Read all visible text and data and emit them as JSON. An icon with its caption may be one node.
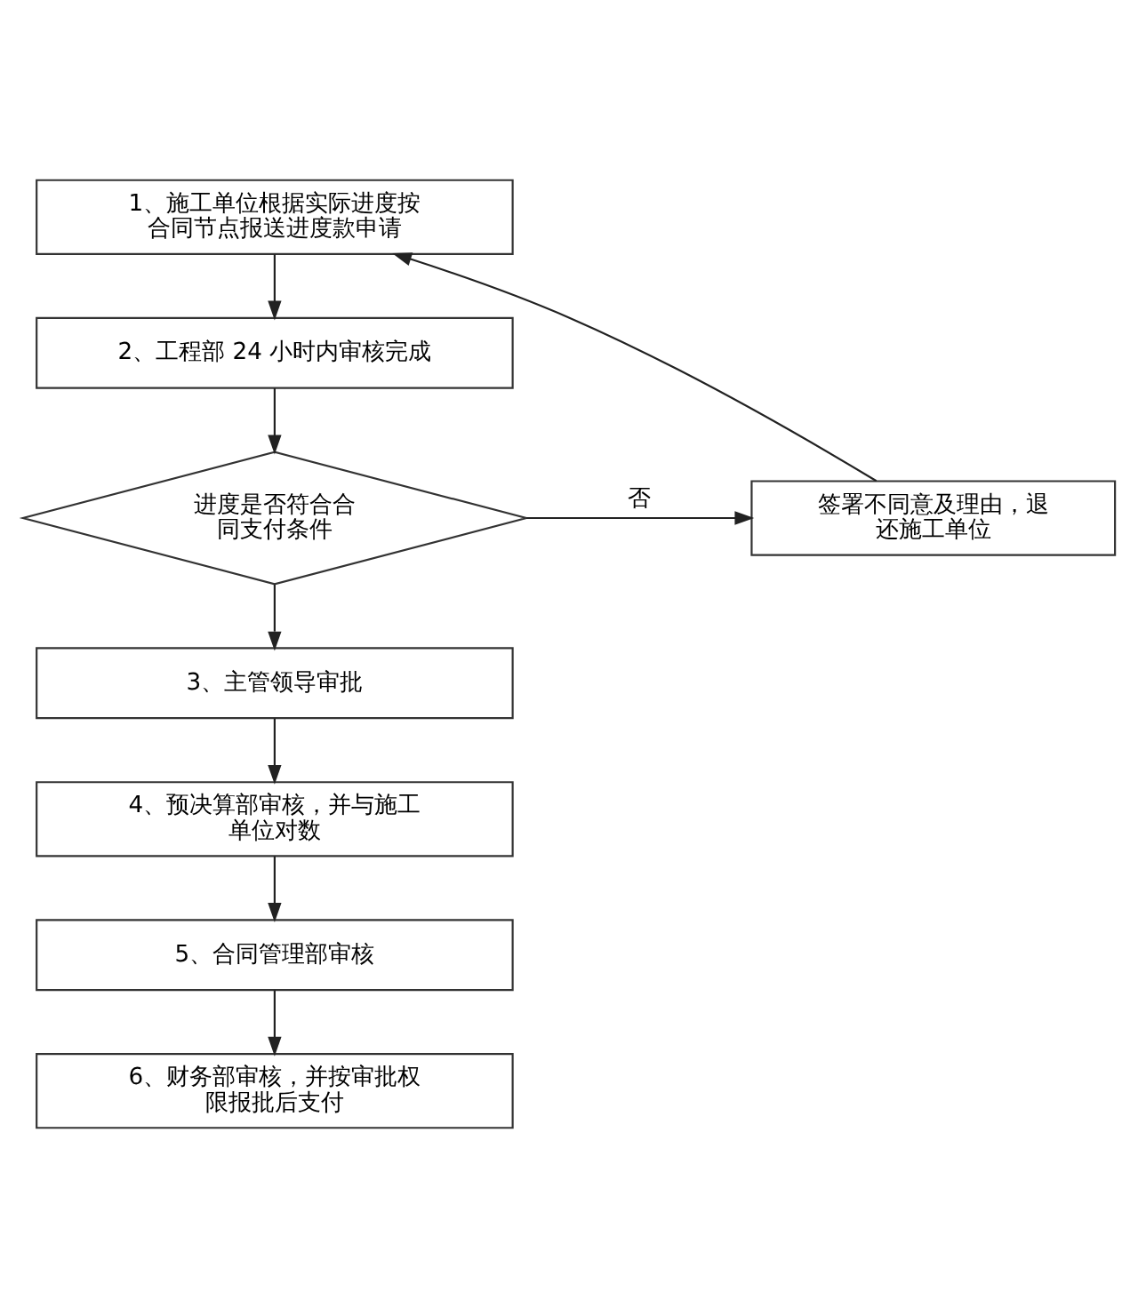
{
  "diagram": {
    "nodes": [
      {
        "text": [
          "1、施工单位根据实际进度按合同节点报送进度款申请"
        ]
      },
      {
        "text": [
          "2、工程部 24 小时内审核完成"
        ]
      },
      {
        "text": [
          "进度是否符合合同支付条件"
        ]
      },
      {
        "text": [
          "签署不同意及理由，退还施工单位"
        ]
      },
      {
        "text": [
          "3、主管领导审批"
        ]
      },
      {
        "text": [
          "4、预决算部审核，并与施工单位对数"
        ]
      },
      {
        "text": [
          "5、合同管理部审核"
        ]
      },
      {
        "text": [
          "6、财务部审核，并按审批权限报批后支付"
        ]
      }
    ],
    "edges": [
      {
        "from": 0,
        "to": 1,
        "arrow": "to"
      },
      {
        "from": 1,
        "to": 2,
        "arrow": "to"
      },
      {
        "from": 2,
        "to": 3,
        "arrow": "to",
        "label": "否"
      },
      {
        "from": 3,
        "to": 0,
        "arrow": "to"
      },
      {
        "from": 2,
        "to": 4,
        "arrow": "to"
      },
      {
        "from": 4,
        "to": 5,
        "arrow": "to"
      },
      {
        "from": 5,
        "to": 6,
        "arrow": "to"
      },
      {
        "from": 6,
        "to": 7,
        "arrow": "to"
      }
    ]
  }
}
